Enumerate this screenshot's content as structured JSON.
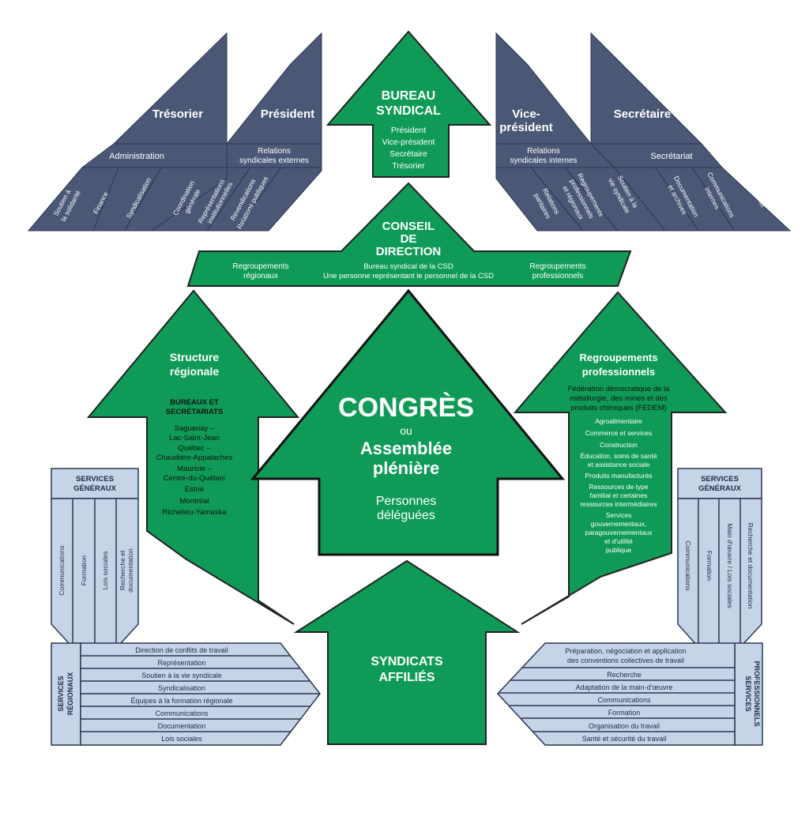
{
  "colors": {
    "navy": "#4a5876",
    "green": "#0f9b57",
    "light_blue": "#c6d4e8",
    "dark": "#222222"
  },
  "top_left": {
    "tresorier": "Trésorier",
    "president": "Président",
    "administration": "Administration",
    "relations_externes_1": "Relations",
    "relations_externes_2": "syndicales externes",
    "diag": [
      "Soutien à",
      "la solidarité",
      "Finance",
      "Syndicalisation",
      "Coordination",
      "générale",
      "Représentations",
      "institutionnelles",
      "Revendications",
      "Relations publiques"
    ]
  },
  "bureau": {
    "title_1": "BUREAU",
    "title_2": "SYNDICAL",
    "items": [
      "Président",
      "Vice-président",
      "Secrétaire",
      "Trésorier"
    ]
  },
  "top_right": {
    "vice_1": "Vice-",
    "vice_2": "président",
    "secretaire": "Secrétaire",
    "relations_internes_1": "Relations",
    "relations_internes_2": "syndicales internes",
    "secretariat": "Secrétariat",
    "diag": [
      "Relations",
      "paritaires",
      "Regroupements",
      "professionnels",
      "et régionaux",
      "Soutien à la",
      "vie syndicale",
      "Documentation",
      "et archives",
      "Communications",
      "internes",
      "Personnel"
    ]
  },
  "conseil": {
    "title": [
      "CONSEIL",
      "DE",
      "DIRECTION"
    ],
    "left": [
      "Regroupements",
      "régionaux"
    ],
    "center": [
      "Bureau syndical de la CSD",
      "Une personne représentant le personnel de la CSD"
    ],
    "right": [
      "Regroupements",
      "professionnels"
    ]
  },
  "structure": {
    "title": [
      "Structure",
      "régionale"
    ],
    "subtitle": [
      "BUREAUX ET",
      "SECRÉTARIATS"
    ],
    "items": [
      "Saguenay –",
      "Lac-Saint-Jean",
      "Québec –",
      "Chaudière-Appalaches",
      "Mauricie –",
      "Centre-du-Québec",
      "Estrie",
      "Montréal",
      "Richelieu-Yamaska"
    ]
  },
  "congres": {
    "title": "CONGRÈS",
    "ou": "ou",
    "assemblee_1": "Assemblée",
    "assemblee_2": "plénière",
    "personnes_1": "Personnes",
    "personnes_2": "déléguées"
  },
  "regroupements": {
    "title": [
      "Regroupements",
      "professionnels"
    ],
    "fedem": [
      "Fédération démocratique de la",
      "métallurgie, des mines et des",
      "produits chimiques (FEDEM)"
    ],
    "items": [
      "Agroalimentaire",
      "Commerce et services",
      "Construction",
      "Éducation, soins de santé",
      "et assistance sociale",
      "Produits manufacturés",
      "Ressources de type",
      "familial et certaines",
      "ressources intermédiaires",
      "Services",
      "gouvernementaux,",
      "paragouvernementaux",
      "et d'utilité",
      "publique"
    ]
  },
  "services_generaux_left": {
    "title": [
      "SERVICES",
      "GÉNÉRAUX"
    ],
    "cols": [
      "Communications",
      "Formation",
      "Lois sociales",
      "Recherche et",
      "documentation"
    ]
  },
  "services_generaux_right": {
    "title": [
      "SERVICES",
      "GÉNÉRAUX"
    ],
    "cols": [
      "Communications",
      "Formation",
      "Main d'œuvre / Lois sociales",
      "Recherche et documentation"
    ]
  },
  "services_regionaux": {
    "title": [
      "SERVICES",
      "RÉGIONAUX"
    ],
    "rows": [
      "Direction de conflits de travail",
      "Représentation",
      "Soutien à la vie syndicale",
      "Syndicalisation",
      "Équipes à la formation régionale",
      "Communications",
      "Documentation",
      "Lois sociales"
    ]
  },
  "services_professionnels": {
    "title": [
      "SERVICES",
      "PROFESSIONNELS"
    ],
    "rows": [
      "Préparation, négociation et application",
      "des conventions collectives de travail",
      "Recherche",
      "Adaptation de la main-d'œuvre",
      "Communications",
      "Formation",
      "Organisation du travail",
      "Santé et sécurité du travail"
    ]
  },
  "syndicats": {
    "title_1": "SYNDICATS",
    "title_2": "AFFILIÉS"
  }
}
